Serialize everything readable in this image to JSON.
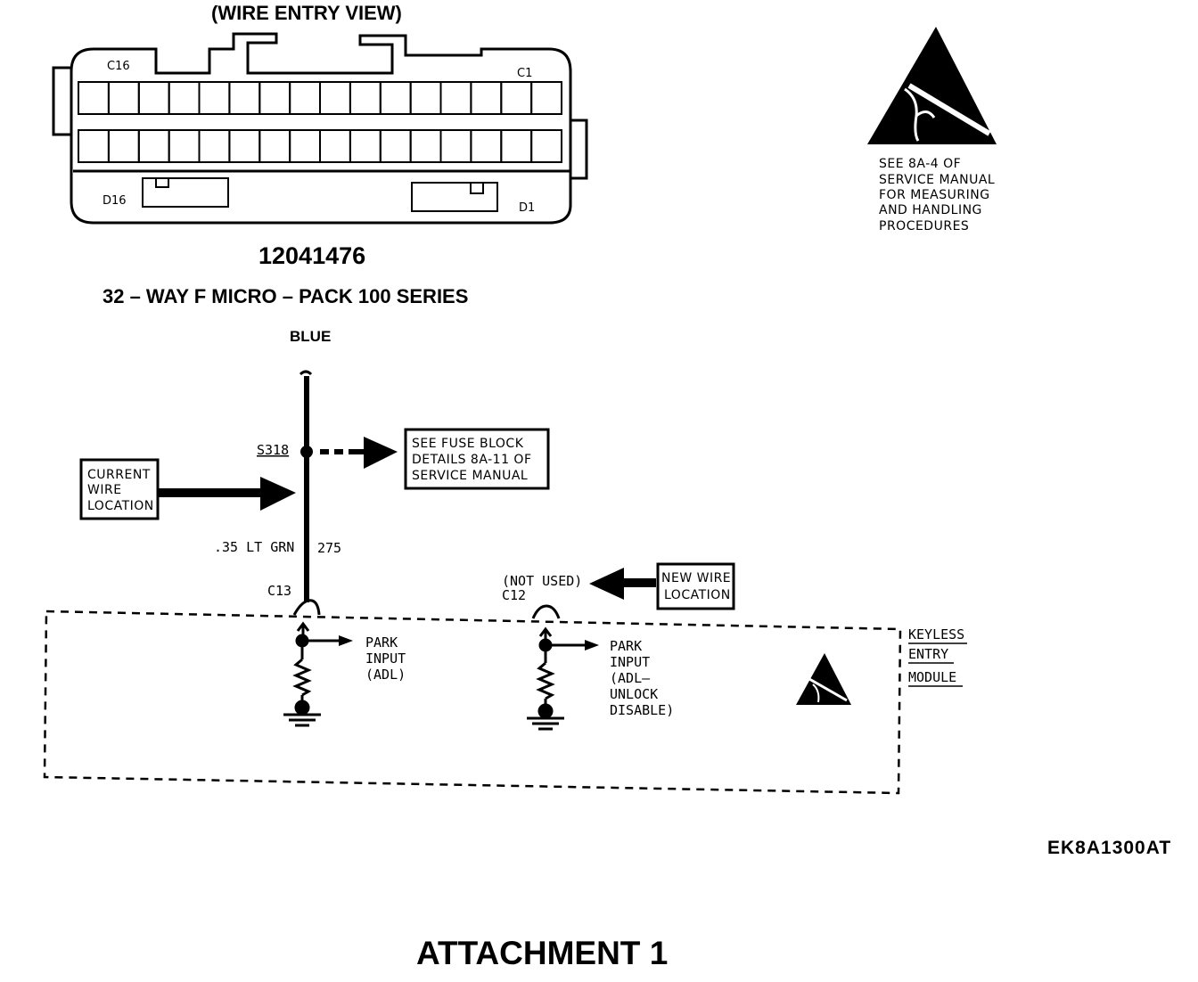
{
  "connector": {
    "view_label": "(WIRE ENTRY VIEW)",
    "pin_c16": "C16",
    "pin_c1": "C1",
    "pin_d16": "D16",
    "pin_d1": "D1",
    "part_number": "12041476",
    "description": "32 – WAY F MICRO – PACK 100 SERIES",
    "color": "BLUE"
  },
  "esd_note": {
    "lines": [
      "SEE 8A-4 OF",
      "SERVICE MANUAL",
      "FOR MEASURING",
      "AND HANDLING",
      "PROCEDURES"
    ]
  },
  "circuit": {
    "splice": "S318",
    "fuse_note": [
      "SEE FUSE BLOCK",
      "DETAILS 8A-11 OF",
      "SERVICE MANUAL"
    ],
    "current_location": [
      "CURRENT",
      "WIRE",
      "LOCATION"
    ],
    "wire_size_color": ".35 LT GRN",
    "circuit_number": "275",
    "pin_c13": "C13",
    "not_used": "(NOT USED)",
    "pin_c12": "C12",
    "new_location": [
      "NEW WIRE",
      "LOCATION"
    ],
    "park_input_1": [
      "PARK",
      "INPUT",
      "(ADL)"
    ],
    "park_input_2": [
      "PARK",
      "INPUT",
      "(ADL–",
      "UNLOCK",
      "DISABLE)"
    ],
    "module_name": [
      "KEYLESS",
      "ENTRY",
      "MODULE"
    ]
  },
  "figure_code": "EK8A1300AT",
  "attachment_title": "ATTACHMENT 1"
}
